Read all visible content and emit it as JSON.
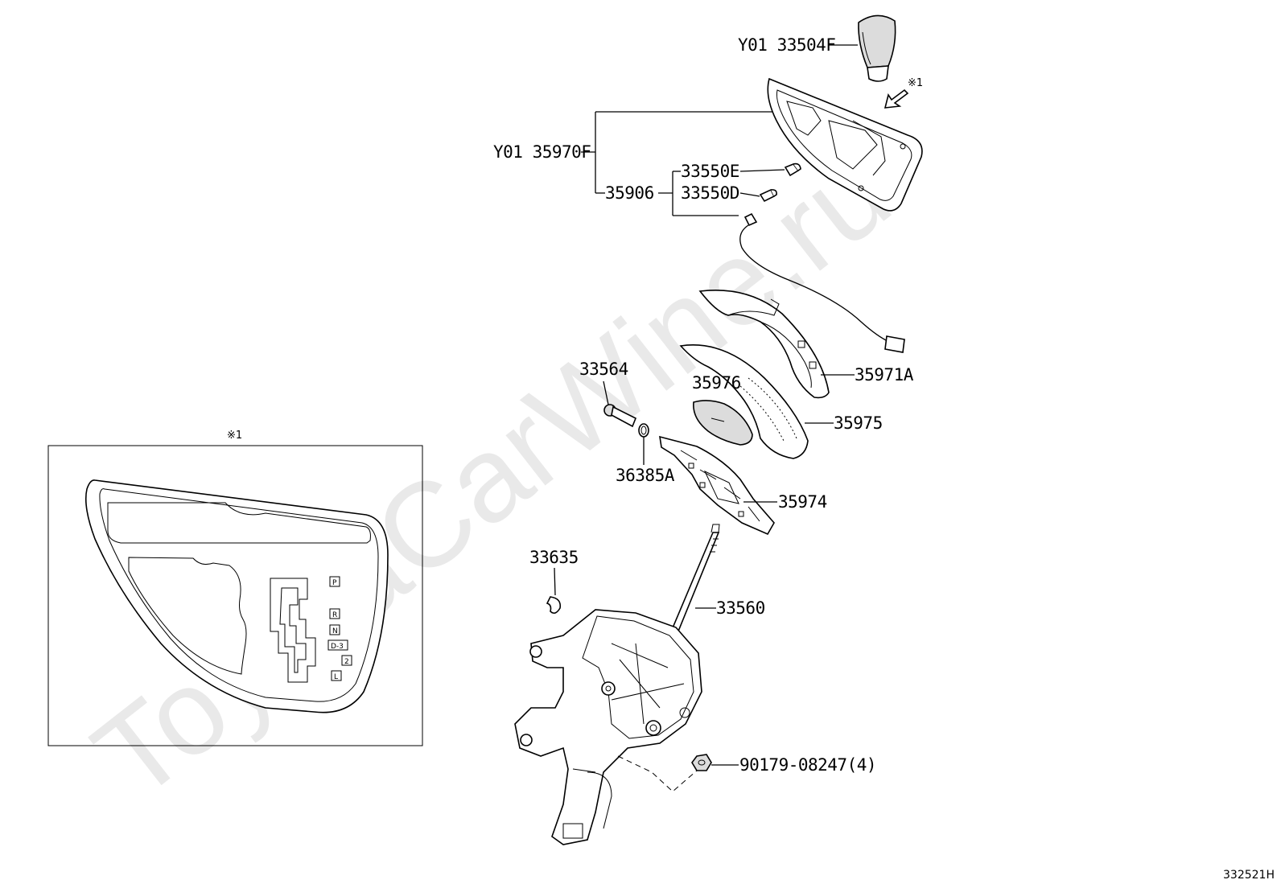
{
  "watermark": "ToyotaCarWine.ru",
  "diagram_code": "332521H",
  "inset": {
    "mark": "※1",
    "gear_positions": [
      "P",
      "R",
      "N",
      "D-3",
      "2",
      "L"
    ]
  },
  "view_mark": "※1",
  "labels": {
    "knob": "Y01 33504F",
    "cover_assy": "Y01 35970F",
    "bulb_e": "33550E",
    "sub_assy": "35906",
    "bulb_d": "33550D",
    "indicator_a": "35971A",
    "p_33564": "33564",
    "p_35976": "35976",
    "p_35975": "35975",
    "p_36385A": "36385A",
    "p_35974": "35974",
    "p_33635": "33635",
    "p_33560": "33560",
    "nut": "90179-08247(4)"
  }
}
